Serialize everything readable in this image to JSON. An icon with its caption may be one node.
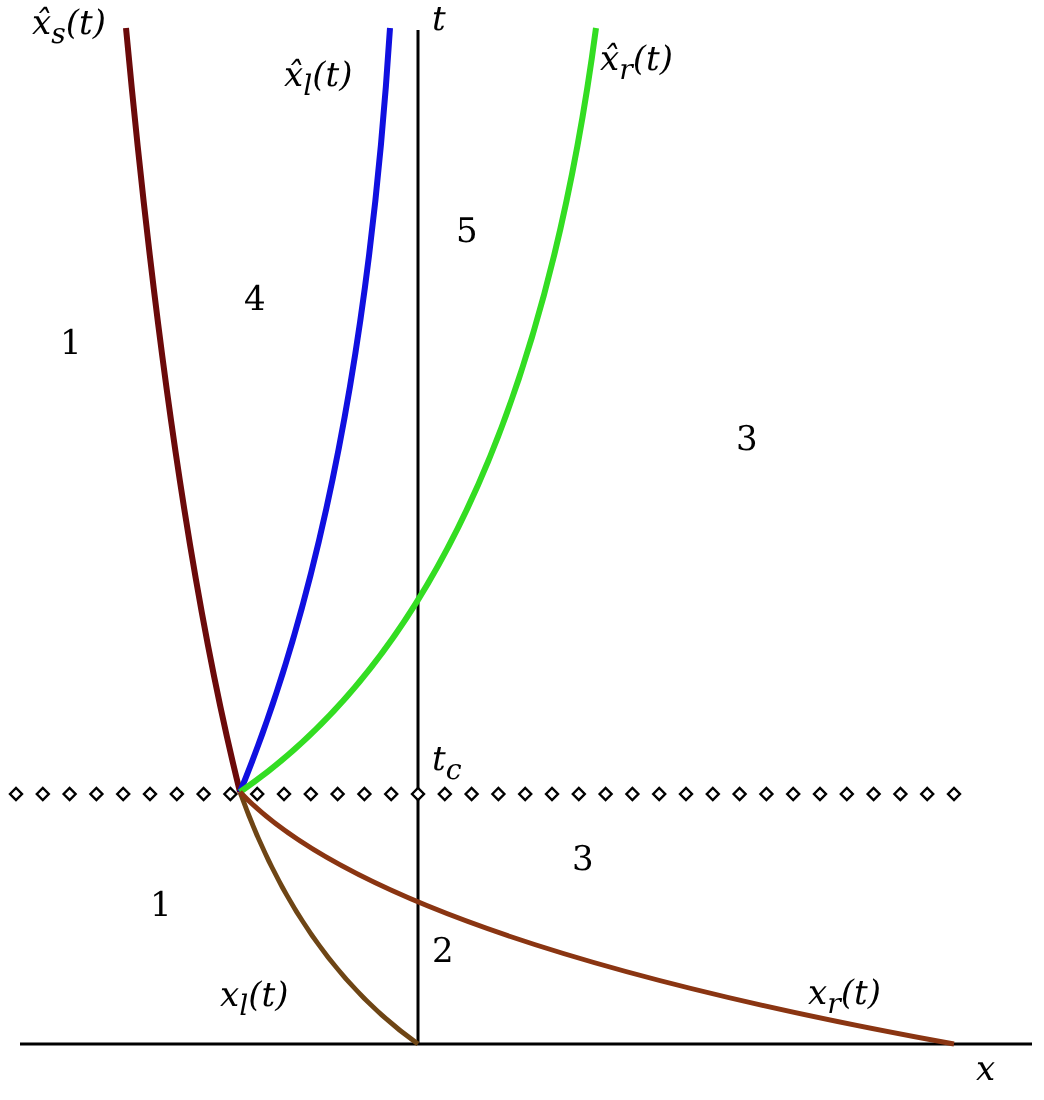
{
  "diagram": {
    "labels": [
      "x̂$_{s}$(t)",
      "x̂$_{l}$(t)",
      "t",
      "x̂$_{r}$(t)",
      "1",
      "4",
      "5",
      "3",
      "t$_{c}$",
      "3",
      "1",
      "2",
      "x$_{l}$(t)",
      "x$_{r}$(t)",
      "x"
    ]
  }
}
